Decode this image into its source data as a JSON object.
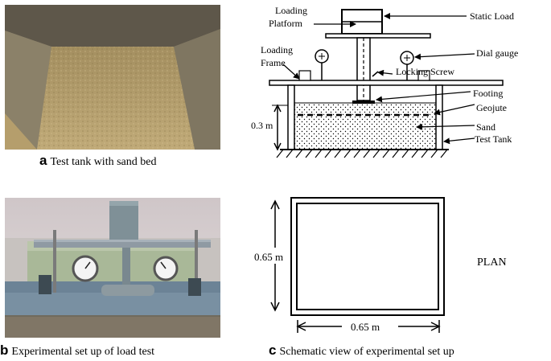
{
  "figure_a": {
    "letter": "a",
    "caption": "Test tank with sand bed"
  },
  "figure_b": {
    "letter": "b",
    "caption": "Experimental set up of load test"
  },
  "figure_c": {
    "letter": "c",
    "caption": "Schematic view of experimental set up"
  },
  "section_labels": {
    "loading_platform_1": "Loading",
    "loading_platform_2": "Platform",
    "static_load": "Static Load",
    "loading_frame_1": "Loading",
    "loading_frame_2": "Frame",
    "dial_gauge": "Dial gauge",
    "locking_screw": "Locking Screw",
    "footing": "Footing",
    "geojute": "Geojute",
    "sand": "Sand",
    "test_tank": "Test Tank",
    "depth": "0.3 m"
  },
  "plan_labels": {
    "plan": "PLAN",
    "height": "0.65 m",
    "width": "0.65 m"
  },
  "colors": {
    "sand": "#b09a66",
    "frame": "#8f9aa3",
    "photo_floor": "#6f6451"
  }
}
